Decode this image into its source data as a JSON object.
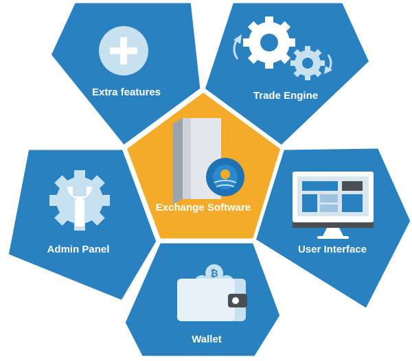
{
  "diagram": {
    "center": {
      "label": "Exchange Software",
      "icon": "software-box-disc-icon"
    },
    "segments": [
      {
        "key": "extra-features",
        "label": "Extra features",
        "icon": "plus-circle-icon"
      },
      {
        "key": "trade-engine",
        "label": "Trade Engine",
        "icon": "gears-icon"
      },
      {
        "key": "user-interface",
        "label": "User Interface",
        "icon": "monitor-icon"
      },
      {
        "key": "wallet",
        "label": "Wallet",
        "icon": "wallet-bitcoin-icon"
      },
      {
        "key": "admin-panel",
        "label": "Admin Panel",
        "icon": "wrench-gear-icon"
      }
    ]
  },
  "colors": {
    "segment_fill": "#2a81bf",
    "center_fill": "#f5ab2a",
    "separator": "#ffffff",
    "icon_light": "#c7e1f1",
    "icon_white": "#ffffff"
  }
}
